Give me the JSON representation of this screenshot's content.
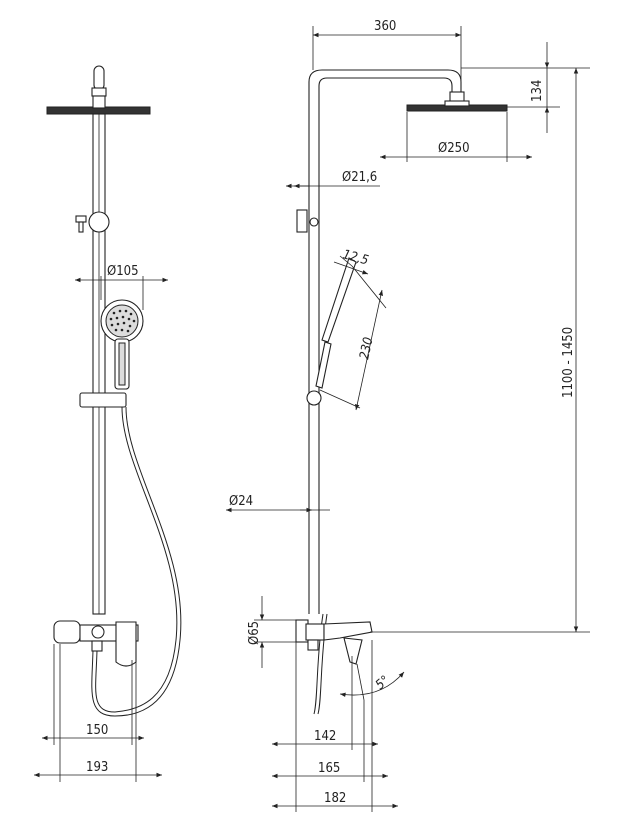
{
  "dimensions": {
    "width_arm": "360",
    "head_height": "134",
    "head_diameter": "Ø250",
    "pipe_diameter": "Ø21,6",
    "hand_shower_diameter": "Ø105",
    "hand_tilt": "12,5",
    "hand_length": "230",
    "total_height": "1100 - 1450",
    "lower_pipe_diameter": "Ø24",
    "mixer_diameter": "Ø65",
    "spout_angle": "5°",
    "front_width_inner": "150",
    "front_width_outer": "193",
    "side_depth_1": "142",
    "side_depth_2": "165",
    "side_depth_3": "182"
  }
}
